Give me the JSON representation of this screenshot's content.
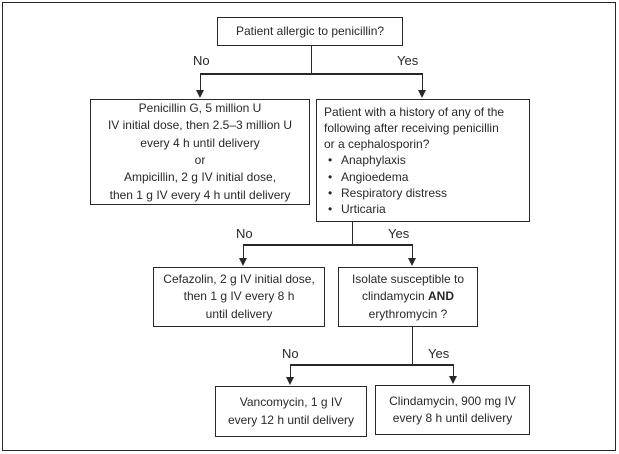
{
  "figure": {
    "ink_color": "#26282c",
    "background": "#ffffff",
    "bullet_glyph": "•",
    "labels": {
      "no": "No",
      "yes": "Yes"
    },
    "root": {
      "question": "Patient allergic to penicillin?"
    },
    "nodes": {
      "penicillin_regimen": {
        "lines": [
          "Penicillin G, 5 million U",
          "IV initial dose, then 2.5–3 million U",
          "every 4 h until delivery",
          "or",
          "Ampicillin, 2 g IV initial dose,",
          "then 1 g IV every 4 h until delivery"
        ]
      },
      "allergy_history": {
        "intro": [
          "Patient with a history of any of the",
          "following after receiving penicillin",
          "or a cephalosporin?"
        ],
        "bullets": [
          "Anaphylaxis",
          "Angioedema",
          "Respiratory distress",
          "Urticaria"
        ]
      },
      "cefazolin_regimen": {
        "lines": [
          "Cefazolin, 2 g IV initial dose,",
          "then 1 g IV every 8 h",
          "until delivery"
        ]
      },
      "isolate_question": {
        "line1": "Isolate susceptible to",
        "line2_pre": "clindamycin ",
        "line2_bold": "AND",
        "line3": "erythromycin ?"
      },
      "vancomycin_regimen": {
        "lines": [
          "Vancomycin, 1 g IV",
          "every 12 h until delivery"
        ]
      },
      "clindamycin_regimen": {
        "lines": [
          "Clindamycin, 900 mg IV",
          "every 8 h until delivery"
        ]
      }
    }
  }
}
